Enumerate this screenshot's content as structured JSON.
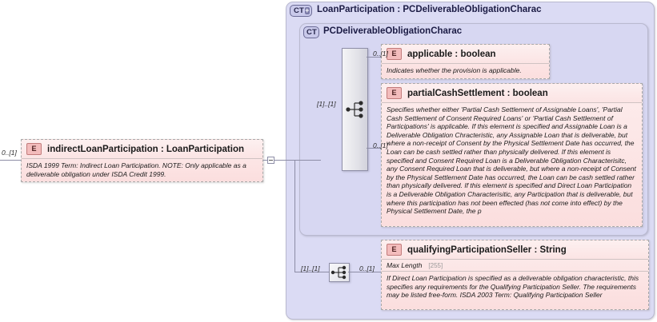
{
  "diagram": {
    "type": "xsd-schema-diagram",
    "colors": {
      "panel_background": "#dcdcf5",
      "panel_border": "#b9b9cf",
      "element_background": "#fbdede",
      "element_border": "#a9a9a9",
      "badge_background": "#f3bcbc",
      "connector_line": "#8d8da6"
    }
  },
  "outer_panel": {
    "badge_label": "CT",
    "badge_expand": "+",
    "title": "LoanParticipation : PCDeliverableObligationCharac"
  },
  "inner_panel": {
    "badge_label": "CT",
    "title": "PCDeliverableObligationCharac"
  },
  "left_element": {
    "badge": "E",
    "name": "indirectLoanParticipation : LoanParticipation",
    "documentation": "ISDA 1999 Term: Indirect Loan Participation. NOTE: Only applicable as a deliverable obligation under ISDA Credit 1999.",
    "multiplicity": "0..[1]",
    "expander": "minus"
  },
  "sequence_main": {
    "icon": "sequence-icon",
    "multiplicity_in": "[1]..[1]"
  },
  "sequence_secondary": {
    "icon": "sequence-icon",
    "multiplicity_in": "[1]..[1]",
    "multiplicity_out": "0..[1]"
  },
  "elements": [
    {
      "badge": "E",
      "name": "applicable : boolean",
      "documentation": "Indicates whether the provision is applicable.",
      "multiplicity": "0..[1]"
    },
    {
      "badge": "E",
      "name": "partialCashSettlement : boolean",
      "documentation": "Specifies whether either 'Partial Cash Settlement of Assignable Loans', 'Partial Cash Settlement of Consent Required Loans' or 'Partial Cash Settlement of Participations' is applicable. If this element is specified and Assignable Loan is a Deliverable Obligation Chracteristic, any Assignable Loan that is deliverable, but where a non-receipt of Consent by the Physical Settlement Date has occurred, the Loan can be cash settled rather than physically delivered. If this element is specified and Consent Required Loan is a Deliverable Obligation Characterisitc, any Consent Required Loan that is deliverable, but where a non-receipt of Consent by the Physical Settlement Date has occurred, the Loan can be cash settled rather than physically delivered. If this element is specified and Direct Loan Participation is a Deliverable Obligation Characterisitic, any Participation that is deliverable, but where this participation has not been effected (has not come into effect) by the Physical Settlement Date, the p",
      "multiplicity": "0..[1]"
    },
    {
      "badge": "E",
      "name": "qualifyingParticipationSeller : String",
      "facet_label": "Max Length",
      "facet_value": "[255]",
      "documentation": "If Direct Loan Participation is specified as a deliverable obligation characteristic, this specifies any requirements for the Qualifying Participation Seller. The requirements may be listed free-form. ISDA 2003 Term: Qualifying Participation Seller",
      "multiplicity": "0..[1]"
    }
  ]
}
